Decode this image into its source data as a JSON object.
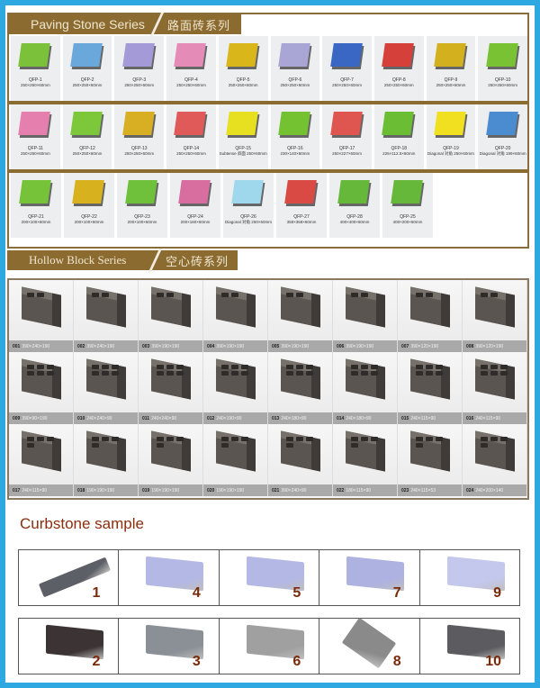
{
  "paving": {
    "title_en": "Paving Stone Series",
    "title_cn": "路面砖系列",
    "rows": [
      [
        {
          "code": "QFP-1",
          "size": "250×250×60mm",
          "color": "#7cc13a"
        },
        {
          "code": "QFP-2",
          "size": "250×250×60mm",
          "color": "#6aa8dc"
        },
        {
          "code": "QFP-3",
          "size": "250×250×60mm",
          "color": "#a49ad8"
        },
        {
          "code": "QFP-4",
          "size": "250×250×60mm",
          "color": "#e48bb8"
        },
        {
          "code": "QFP-5",
          "size": "250×250×60mm",
          "color": "#d9b619"
        },
        {
          "code": "QFP-6",
          "size": "250×250×60mm",
          "color": "#a9a6d6"
        },
        {
          "code": "QFP-7",
          "size": "250×250×60mm",
          "color": "#3a67c4"
        },
        {
          "code": "QFP-8",
          "size": "250×250×60mm",
          "color": "#d6403a"
        },
        {
          "code": "QFP-9",
          "size": "250×250×60mm",
          "color": "#d2b01e"
        },
        {
          "code": "QFP-10",
          "size": "250×250×60mm",
          "color": "#78c234"
        }
      ],
      [
        {
          "code": "QFP-11",
          "size": "250×250×60mm",
          "color": "#e580ae"
        },
        {
          "code": "QFP-12",
          "size": "250×250×60mm",
          "color": "#7cc83a"
        },
        {
          "code": "QFP-13",
          "size": "250×250×60mm",
          "color": "#d8ae22"
        },
        {
          "code": "QFP-14",
          "size": "250×250×60mm",
          "color": "#e05a5a"
        },
        {
          "code": "QFP-15",
          "size": "Subtense 斜面 250×60mm",
          "color": "#e6e021"
        },
        {
          "code": "QFP-16",
          "size": "230×140×60mm",
          "color": "#74c232"
        },
        {
          "code": "QFP-17",
          "size": "250×227×60mm",
          "color": "#df5550"
        },
        {
          "code": "QFP-18",
          "size": "225×112.5×60mm",
          "color": "#6bbd34"
        },
        {
          "code": "QFP-19",
          "size": "Diagonal 对角 250×60mm",
          "color": "#f0e020"
        },
        {
          "code": "QFP-20",
          "size": "Diagonal 对角 199×60mm",
          "color": "#4b8bd0"
        }
      ],
      [
        {
          "code": "QFP-21",
          "size": "200×100×60mm",
          "color": "#76c33a"
        },
        {
          "code": "QFP-22",
          "size": "200×100×60mm",
          "color": "#d8b21e"
        },
        {
          "code": "QFP-23",
          "size": "200×100×60mm",
          "color": "#6fc03a"
        },
        {
          "code": "QFP-24",
          "size": "200×160×60mm",
          "color": "#d86ea0"
        },
        {
          "code": "QFP-26",
          "size": "Diagonal 对角 250×60mm",
          "color": "#9fd8ec"
        },
        {
          "code": "QFP-27",
          "size": "358×358×60mm",
          "color": "#d94a44"
        },
        {
          "code": "QFP-28",
          "size": "400×400×60mm",
          "color": "#66b83a"
        },
        {
          "code": "QFP-25",
          "size": "400×200×60mm",
          "color": "#66b83a"
        }
      ]
    ]
  },
  "hollow": {
    "title_en": "Hollow Block Series",
    "title_cn": "空心砖系列",
    "rows": [
      [
        {
          "id": "001",
          "size": "390×240×190"
        },
        {
          "id": "002",
          "size": "390×240×190"
        },
        {
          "id": "003",
          "size": "390×190×190"
        },
        {
          "id": "004",
          "size": "390×190×190"
        },
        {
          "id": "005",
          "size": "390×190×190"
        },
        {
          "id": "006",
          "size": "390×190×190"
        },
        {
          "id": "007",
          "size": "390×120×190"
        },
        {
          "id": "008",
          "size": "390×120×190"
        }
      ],
      [
        {
          "id": "009",
          "size": "390×90×190"
        },
        {
          "id": "010",
          "size": "240×240×90"
        },
        {
          "id": "011",
          "size": "240×240×90"
        },
        {
          "id": "012",
          "size": "240×190×90"
        },
        {
          "id": "013",
          "size": "240×180×90"
        },
        {
          "id": "014",
          "size": "240×180×90"
        },
        {
          "id": "015",
          "size": "240×115×90"
        },
        {
          "id": "016",
          "size": "240×115×90"
        }
      ],
      [
        {
          "id": "017",
          "size": "240×115×90"
        },
        {
          "id": "018",
          "size": "190×190×190"
        },
        {
          "id": "019",
          "size": "190×190×190"
        },
        {
          "id": "020",
          "size": "190×190×190"
        },
        {
          "id": "021",
          "size": "390×240×90"
        },
        {
          "id": "022",
          "size": "180×115×90"
        },
        {
          "id": "023",
          "size": "240×115×53"
        },
        {
          "id": "024",
          "size": "240×200×140"
        }
      ]
    ]
  },
  "curbstone": {
    "title": "Curbstone sample",
    "rows": [
      [
        {
          "num": "1",
          "color": "#5c6066"
        },
        {
          "num": "4",
          "color": "#b4b8e4"
        },
        {
          "num": "5",
          "color": "#b4b8e4"
        },
        {
          "num": "7",
          "color": "#aeb2e0"
        },
        {
          "num": "9",
          "color": "#c4c8ec"
        }
      ],
      [
        {
          "num": "2",
          "color": "#3c3434"
        },
        {
          "num": "3",
          "color": "#8a9096"
        },
        {
          "num": "6",
          "color": "#a0a0a0"
        },
        {
          "num": "8",
          "color": "#8a8a8a"
        },
        {
          "num": "10",
          "color": "#5c5c60"
        }
      ]
    ]
  },
  "colors": {
    "frame_blue": "#2ea8e0",
    "banner_brown": "#8b6b30",
    "curb_number": "#7a2a0a"
  }
}
